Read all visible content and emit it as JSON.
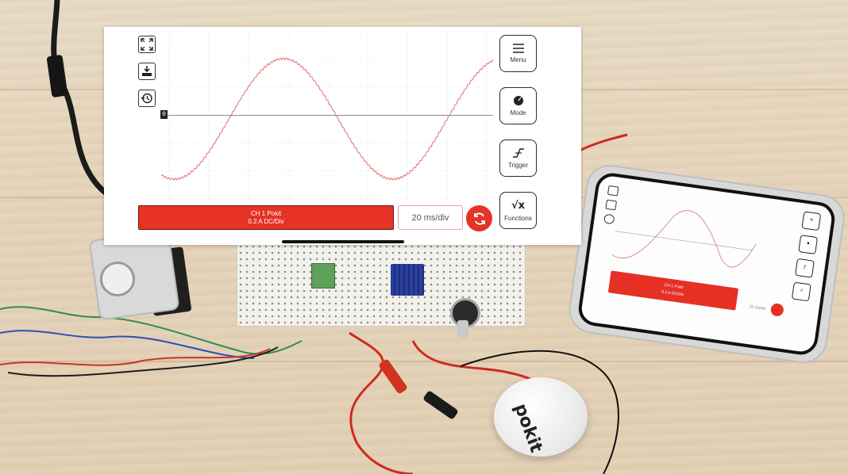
{
  "app": {
    "zero_marker": "0",
    "toolbar": {
      "fullscreen_icon": "expand-icon",
      "capture_icon": "download-icon",
      "history_icon": "history-icon"
    },
    "menu": [
      {
        "label": "Menu",
        "icon": "hamburger-icon"
      },
      {
        "label": "Mode",
        "icon": "gauge-icon"
      },
      {
        "label": "Trigger",
        "icon": "trigger-edge-icon"
      },
      {
        "label": "Functions",
        "icon": "sqrt-icon",
        "glyph": "√x"
      }
    ],
    "channel": {
      "name": "CH 1 Pokit",
      "scale": "0.2 A DC/Div"
    },
    "timebase": "20 ms/div",
    "colors": {
      "accent": "#e63227",
      "trace": "#e07070",
      "grid": "#d9d9d9"
    }
  },
  "scene": {
    "device_logo": "pokit",
    "phone": {
      "channel_name": "CH 1 Pokit",
      "channel_scale": "0.2 A DC/Div",
      "timebase": "20 ms/div"
    }
  }
}
